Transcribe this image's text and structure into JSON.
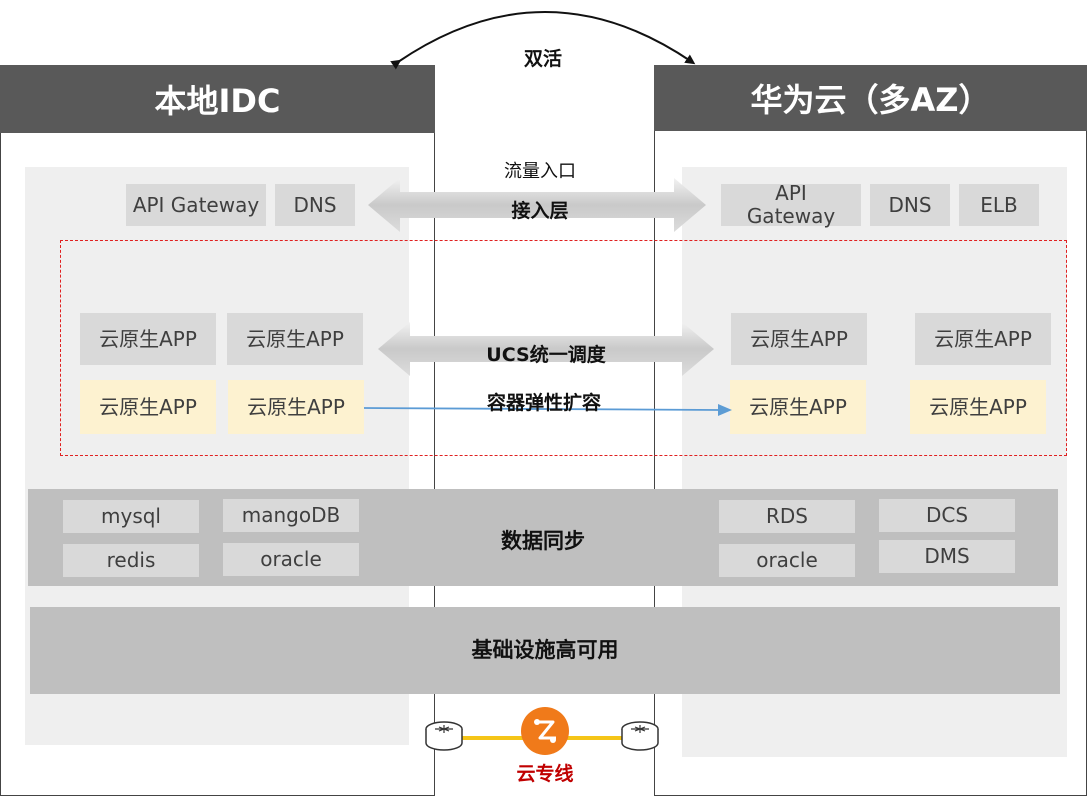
{
  "top": {
    "active_active": "双活"
  },
  "left_site": {
    "title": "本地IDC",
    "access": [
      "API Gateway",
      "DNS"
    ],
    "apps_top": [
      "云原生APP",
      "云原生APP"
    ],
    "apps_bottom": [
      "云原生APP",
      "云原生APP"
    ],
    "db": [
      "mysql",
      "mangoDB",
      "redis",
      "oracle"
    ]
  },
  "right_site": {
    "title": "华为云（多AZ）",
    "access": [
      "API\nGateway",
      "DNS",
      "ELB"
    ],
    "apps_top": [
      "云原生APP",
      "云原生APP"
    ],
    "apps_bottom": [
      "云原生APP",
      "云原生APP"
    ],
    "db": [
      "RDS",
      "DCS",
      "oracle",
      "DMS"
    ]
  },
  "middle": {
    "traffic_entry": "流量入口",
    "access_layer": "接入层",
    "ucs": "UCS统一调度",
    "elastic": "容器弹性扩容",
    "data_sync": "数据同步",
    "infra_ha": "基础设施高可用",
    "direct_connect": "云专线"
  },
  "colors": {
    "header": "#595959",
    "app_gray": "#d9d9d9",
    "app_cream": "#fdf2d0",
    "dashed_border": "#e02020",
    "elastic_arrow": "#5b9bd5",
    "line_yellow": "#f5c518",
    "router_orange": "#f07a1a",
    "direct_connect_text": "#c00000"
  }
}
